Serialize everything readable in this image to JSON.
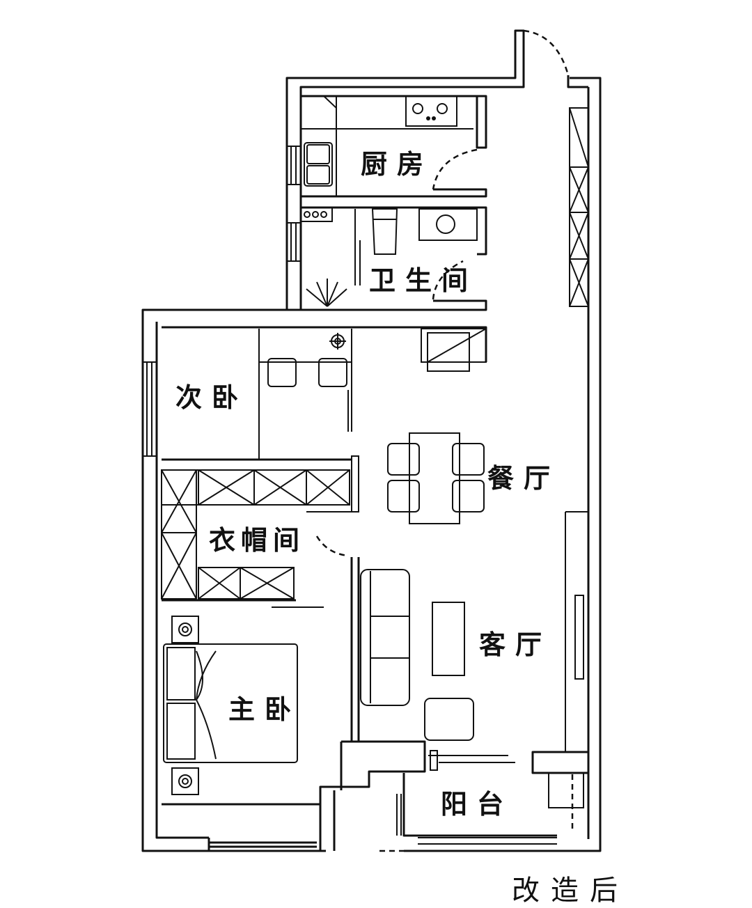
{
  "plan": {
    "caption": "改造后",
    "rooms": {
      "kitchen": "厨房",
      "bathroom": "卫生间",
      "second_bedroom": "次卧",
      "dining_room": "餐厅",
      "cloakroom": "衣帽间",
      "living_room": "客厅",
      "master_bedroom": "主卧",
      "balcony": "阳台"
    }
  }
}
